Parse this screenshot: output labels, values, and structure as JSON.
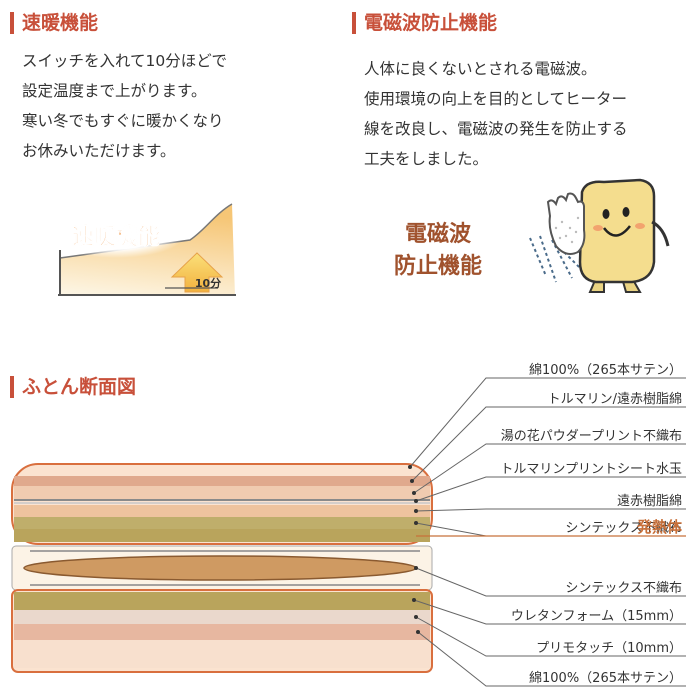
{
  "colors": {
    "accent": "#c8503a",
    "heat": "#c8703a",
    "text": "#333333"
  },
  "quick_heat": {
    "title": "速暖機能",
    "lines": [
      "スイッチを入れて10分ほどで",
      "設定温度まで上がります。",
      "寒い冬でもすぐに暖かくなり",
      "お休みいただけます。"
    ],
    "badge": "速暖機能",
    "arrow_label": "10分"
  },
  "emf": {
    "title": "電磁波防止機能",
    "lines": [
      "人体に良くないとされる電磁波。",
      "使用環境の向上を目的としてヒーター",
      "線を改良し、電磁波の発生を防止する",
      "工夫をしました。"
    ],
    "badge_lines": [
      "電磁波",
      "防止機能"
    ]
  },
  "cross_section": {
    "title": "ふとん断面図",
    "layers": [
      "綿100%（265本サテン）",
      "トルマリン/遠赤樹脂綿",
      "湯の花パウダープリント不織布",
      "トルマリンプリントシート水玉",
      "遠赤樹脂綿",
      "シンテックス不織布",
      "発熱体",
      "シンテックス不織布",
      "ウレタンフォーム（15mm）",
      "プリモタッチ（10mm）",
      "綿100%（265本サテン）"
    ],
    "highlight_index": 6
  }
}
